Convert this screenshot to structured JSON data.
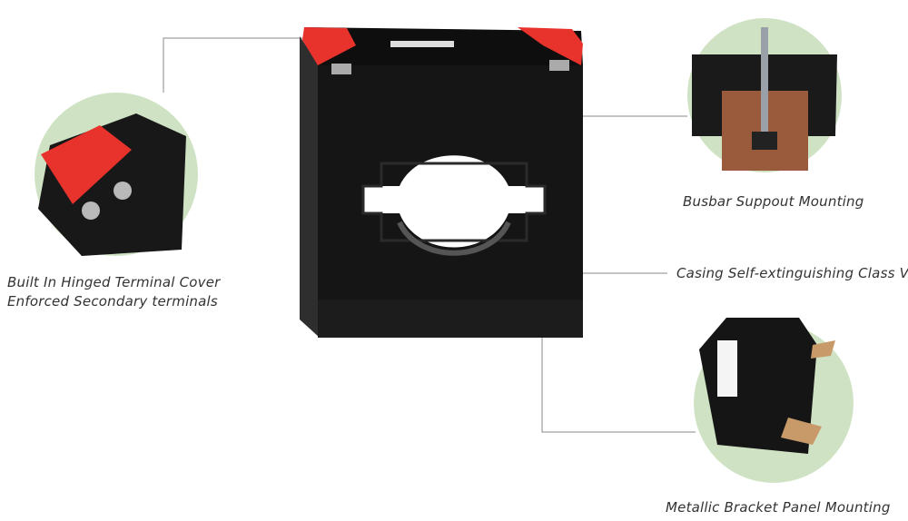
{
  "callouts": {
    "terminal_cover": {
      "line1": "Built In Hinged Terminal Cover",
      "line2": "Enforced Secondary terminals"
    },
    "busbar": "Busbar Suppout Mounting",
    "casing": "Casing Self-extinguishing Class VO",
    "bracket": "Metallic Bracket Panel Mounting"
  },
  "colors": {
    "circle_bg": "#cfe3c4",
    "casing": "#141414",
    "terminal_cover": "#e8322c",
    "leader_line": "#8a8a8a"
  }
}
